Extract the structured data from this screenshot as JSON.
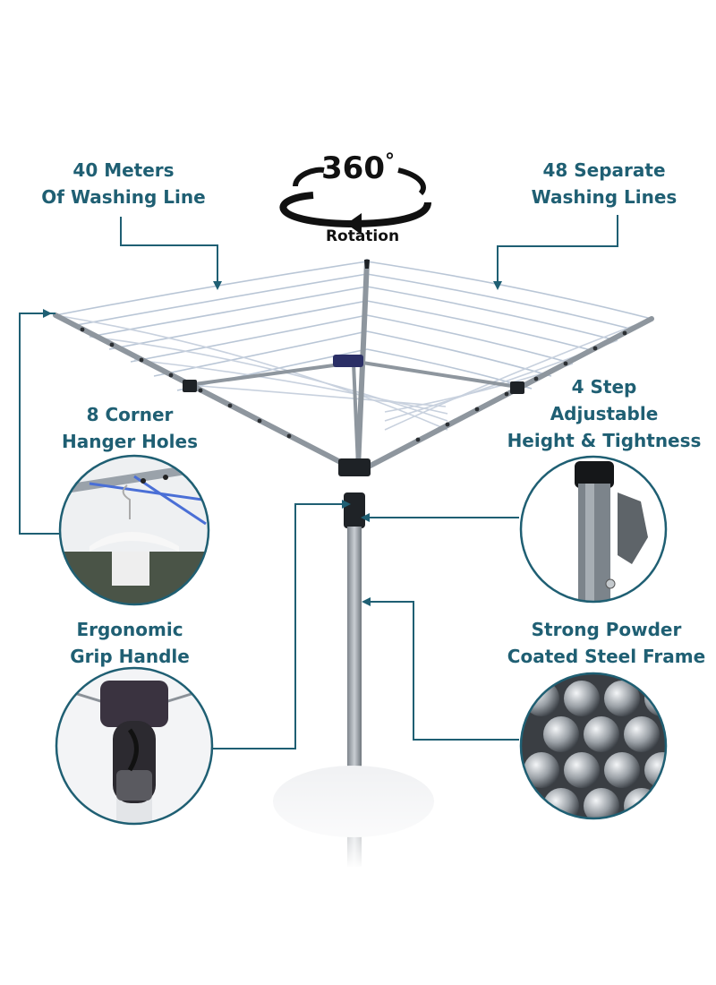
{
  "rotation": {
    "value": "360",
    "degree_symbol": "°",
    "label": "Rotation"
  },
  "features": {
    "washing_line": [
      "40 Meters",
      "Of Washing Line"
    ],
    "separate_lines": [
      "48 Separate",
      "Washing Lines"
    ],
    "hanger_holes": [
      "8 Corner",
      "Hanger Holes"
    ],
    "adjustable": [
      "4 Step",
      "Adjustable",
      "Height & Tightness"
    ],
    "grip": [
      "Ergonomic",
      "Grip Handle"
    ],
    "steel": [
      "Strong Powder",
      "Coated Steel Frame"
    ]
  },
  "colors": {
    "accent": "#1f5f73",
    "frame": "#9aa2aa",
    "line": "#b9c6d6",
    "text_dark": "#111111"
  }
}
